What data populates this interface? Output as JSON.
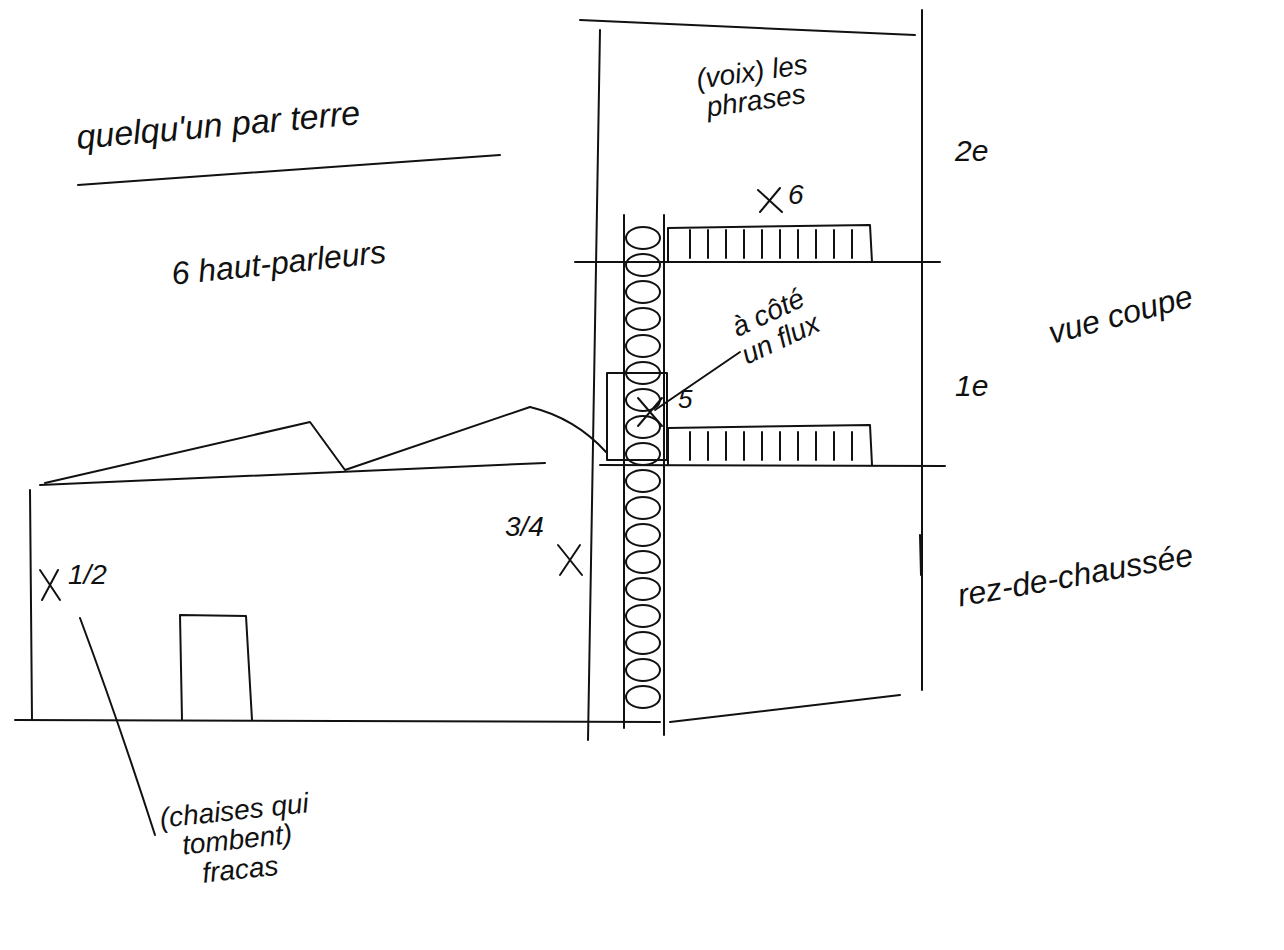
{
  "diagram": {
    "labels": [
      "quelqu'un par terre",
      "(voix) les phrases",
      "2e",
      "6",
      "6 haut-parleurs",
      "à côté un flux",
      "vue coupe",
      "1e",
      "5",
      "3/4",
      "1/2",
      "rez-de-chaussée",
      "(chaises qui tombent) fracas"
    ]
  }
}
